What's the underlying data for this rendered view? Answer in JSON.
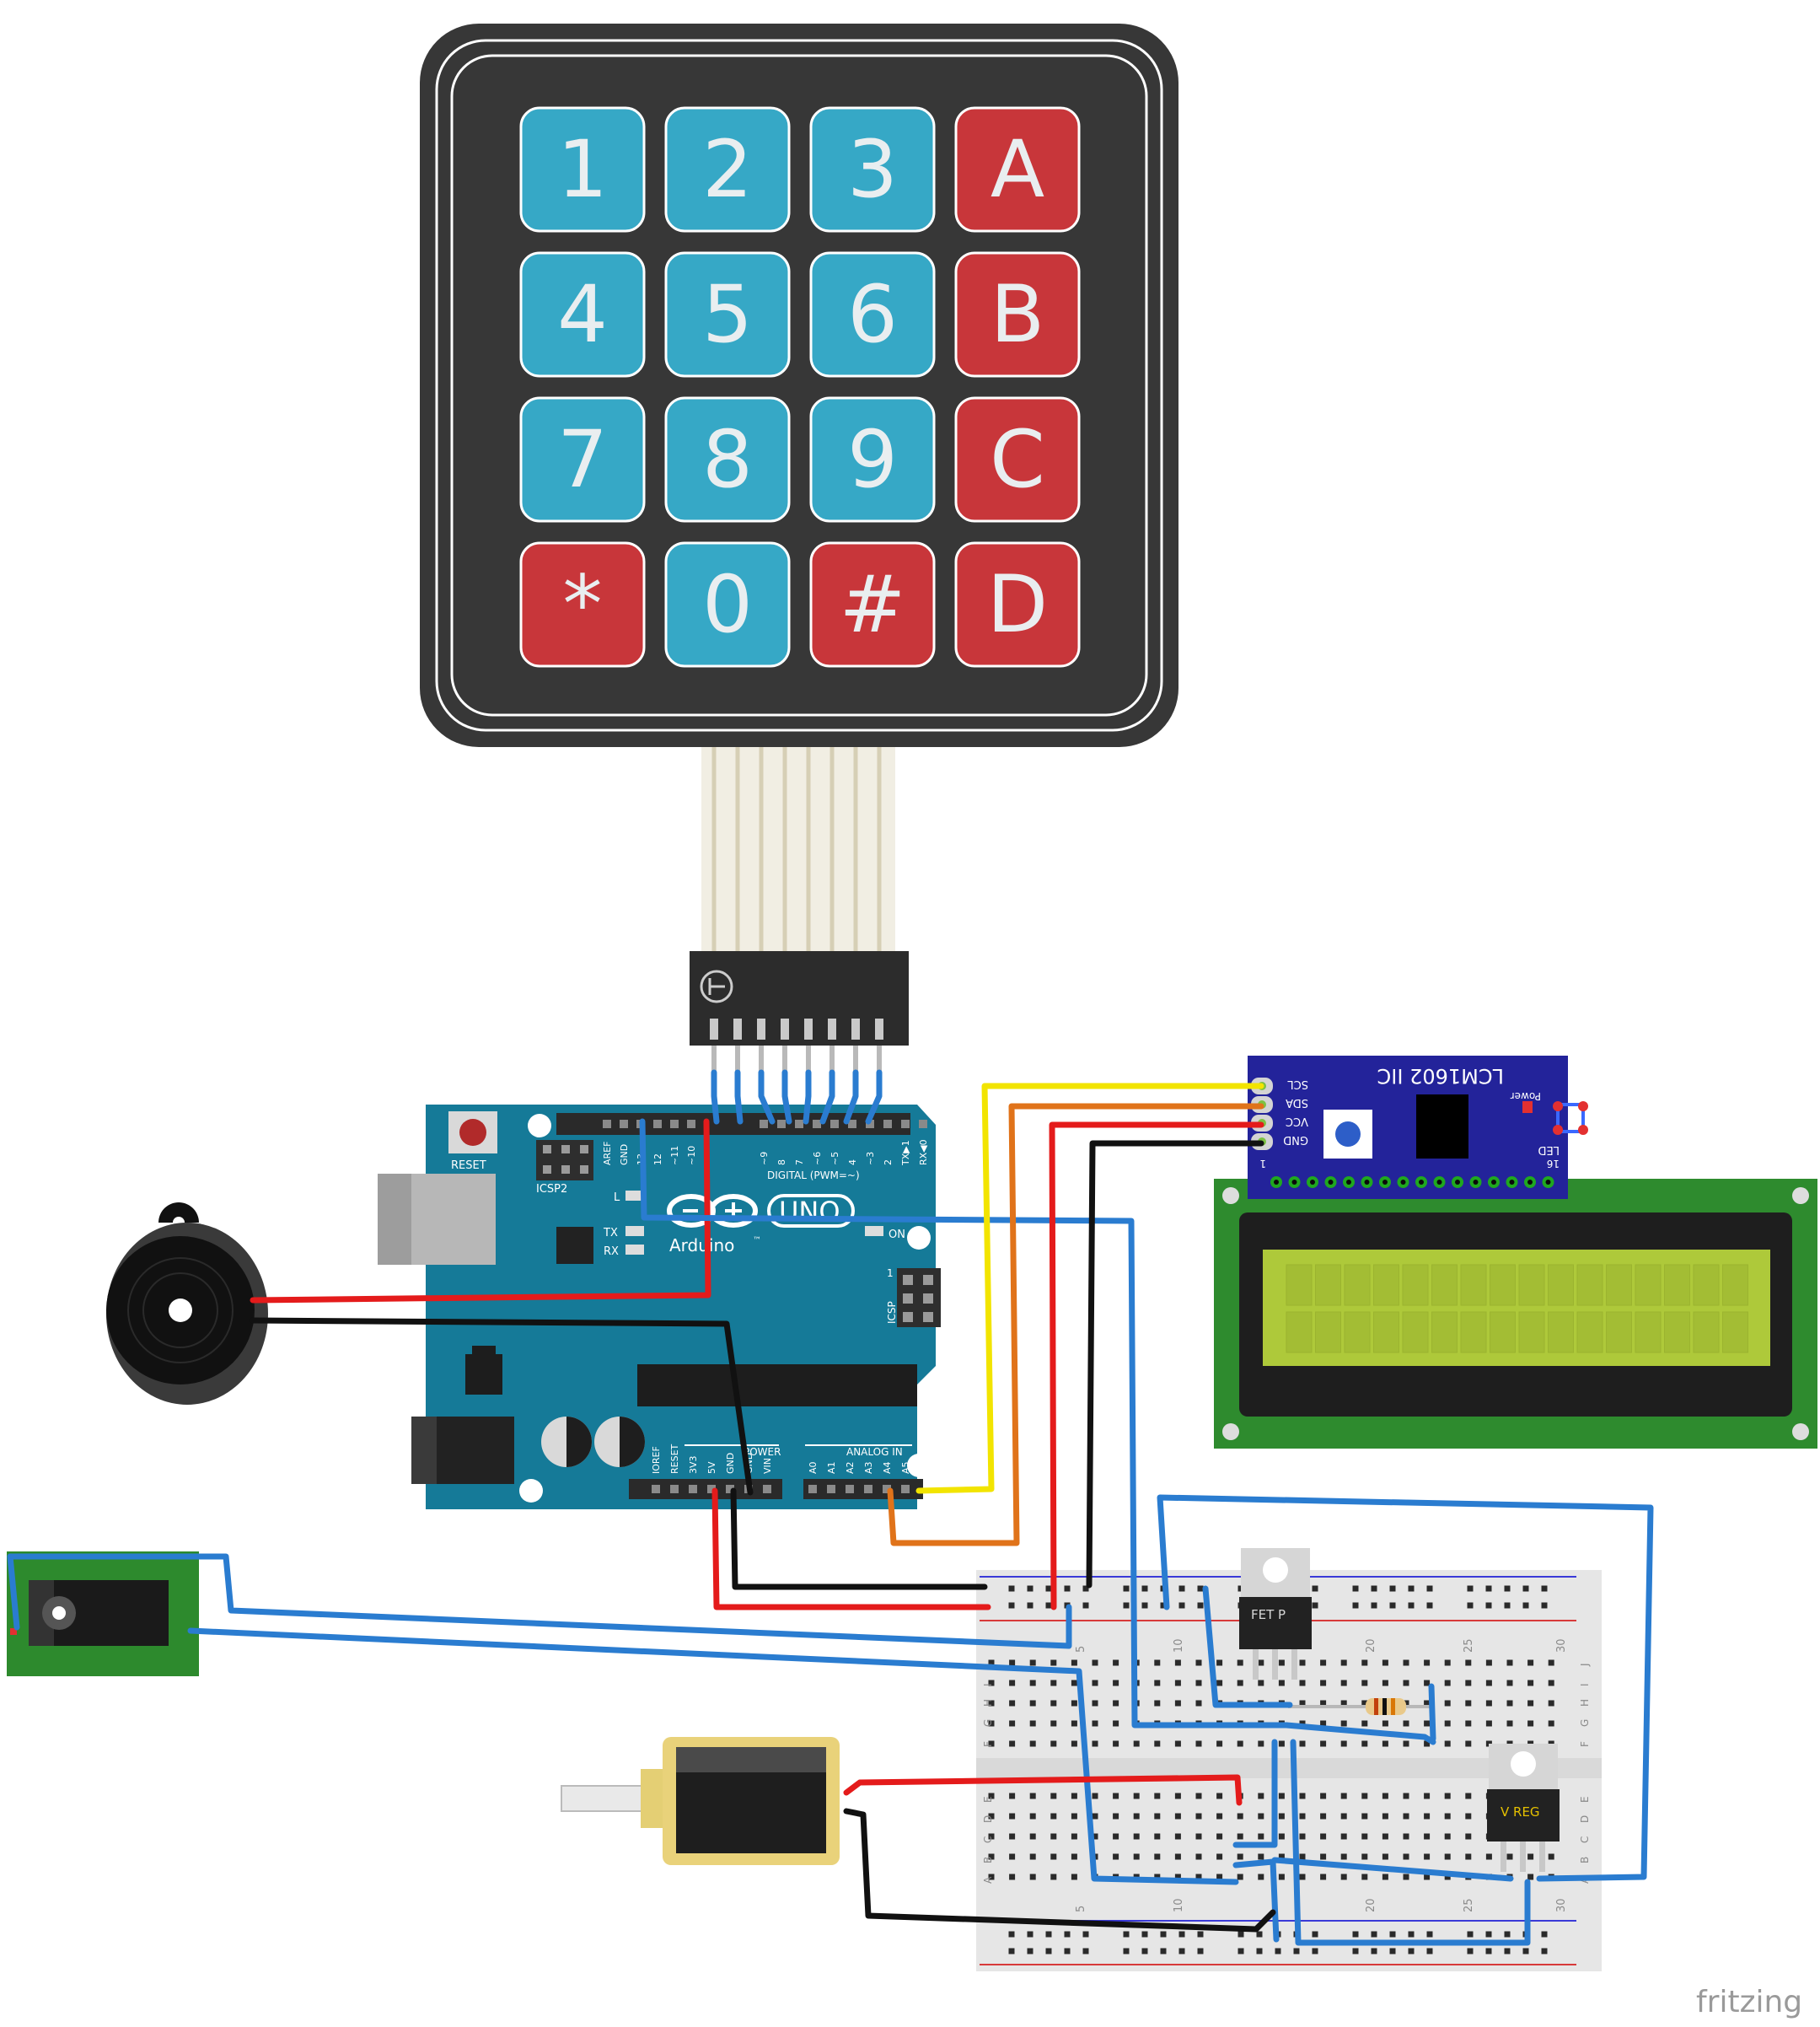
{
  "keypad": {
    "keys": [
      {
        "label": "1",
        "kind": "num"
      },
      {
        "label": "2",
        "kind": "num"
      },
      {
        "label": "3",
        "kind": "num"
      },
      {
        "label": "A",
        "kind": "func"
      },
      {
        "label": "4",
        "kind": "num"
      },
      {
        "label": "5",
        "kind": "num"
      },
      {
        "label": "6",
        "kind": "num"
      },
      {
        "label": "B",
        "kind": "func"
      },
      {
        "label": "7",
        "kind": "num"
      },
      {
        "label": "8",
        "kind": "num"
      },
      {
        "label": "9",
        "kind": "num"
      },
      {
        "label": "C",
        "kind": "func"
      },
      {
        "label": "*",
        "kind": "func"
      },
      {
        "label": "0",
        "kind": "num"
      },
      {
        "label": "#",
        "kind": "func"
      },
      {
        "label": "D",
        "kind": "func"
      }
    ]
  },
  "arduino": {
    "brand": "Arduino",
    "tm": "™",
    "model": "UNO",
    "reset_label": "RESET",
    "icsp2_label": "ICSP2",
    "icsp_label": "ICSP",
    "digital_label": "DIGITAL (PWM=~)",
    "power_label": "POWER",
    "analog_label": "ANALOG IN",
    "on_label": "ON",
    "tx_label": "TX",
    "rx_label": "RX",
    "l_label": "L",
    "icsp_num": "1",
    "top_pins": [
      "AREF",
      "GND",
      "13",
      "12",
      "~11",
      "~10",
      "~9",
      "8",
      "7",
      "~6",
      "~5",
      "4",
      "~3",
      "2",
      "TX▶1",
      "RX◀0"
    ],
    "power_pins": [
      "IOREF",
      "RESET",
      "3V3",
      "5V",
      "GND",
      "GND",
      "VIN"
    ],
    "analog_pins": [
      "A0",
      "A1",
      "A2",
      "A3",
      "A4",
      "A5"
    ]
  },
  "i2c_module": {
    "title": "LCM1602 IIC",
    "pins": [
      "SCL",
      "SDA",
      "VCC",
      "GND"
    ],
    "power_label": "Power",
    "led_label": "LED",
    "pin_first": "1",
    "pin_last": "16"
  },
  "breadboard": {
    "col_numbers": [
      "5",
      "10",
      "20",
      "25",
      "30"
    ],
    "row_letters_top": [
      "F",
      "G",
      "H",
      "I",
      "J"
    ],
    "row_letters_bottom": [
      "A",
      "B",
      "C",
      "D",
      "E"
    ]
  },
  "mosfet_label": "FET P",
  "regulator_label": "V REG",
  "watermark": "fritzing",
  "colors": {
    "wire_blue": "#2a7cd0",
    "wire_red": "#e41b1b",
    "wire_black": "#111111",
    "wire_yellow": "#f2e400",
    "wire_orange": "#e0731a",
    "key_blue": "#36a8c6",
    "key_red": "#c8363a",
    "arduino_teal": "#157a98",
    "lcd_green": "#aec93a",
    "pcb_green": "#2e8b2e",
    "i2c_blue": "#23239a"
  }
}
